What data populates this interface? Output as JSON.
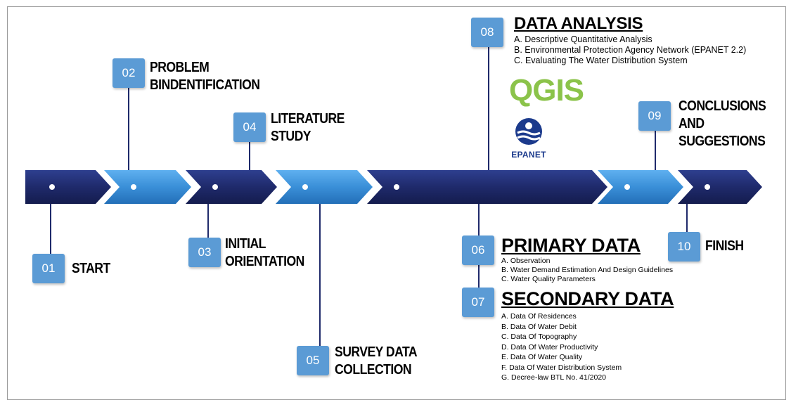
{
  "colors": {
    "dark_chevron": "#1f2a6b",
    "light_chevron": "#3a8fd8",
    "number_box": "#5b9bd5",
    "stem": "#1f2a6b",
    "qgis_green": "#8bc34a",
    "epanet_blue": "#1b3a8c"
  },
  "steps": [
    {
      "number": "01",
      "lines": [
        "START"
      ]
    },
    {
      "number": "02",
      "lines": [
        "PROBLEM",
        "BINDENTIFICATION"
      ]
    },
    {
      "number": "03",
      "lines": [
        "INITIAL",
        "ORIENTATION"
      ]
    },
    {
      "number": "04",
      "lines": [
        "LITERATURE",
        "STUDY"
      ]
    },
    {
      "number": "05",
      "lines": [
        "SURVEY DATA",
        "COLLECTION"
      ]
    },
    {
      "number": "06",
      "title": "PRIMARY DATA",
      "items": [
        "A. Observation",
        "B. Water Demand Estimation And Design Guidelines",
        "C. Water Quality Parameters"
      ]
    },
    {
      "number": "07",
      "title": "SECONDARY DATA",
      "items": [
        "A. Data Of Residences",
        "B. Data Of Water Debit",
        "C. Data Of Topography",
        "D. Data Of Water Productivity",
        "E. Data Of Water Quality",
        "F. Data Of Water Distribution System",
        "G. Decree-law BTL No. 41/2020"
      ]
    },
    {
      "number": "08",
      "title": "DATA ANALYSIS",
      "items": [
        "A.  Descriptive Quantitative Analysis",
        "B.  Environmental Protection Agency Network (EPANET 2.2)",
        "C.  Evaluating The Water Distribution System"
      ]
    },
    {
      "number": "09",
      "lines": [
        "CONCLUSIONS",
        "AND",
        "SUGGESTIONS"
      ]
    },
    {
      "number": "10",
      "lines": [
        "FINISH"
      ]
    }
  ],
  "logos": {
    "qgis": "QGIS",
    "epanet": "EPANET"
  }
}
